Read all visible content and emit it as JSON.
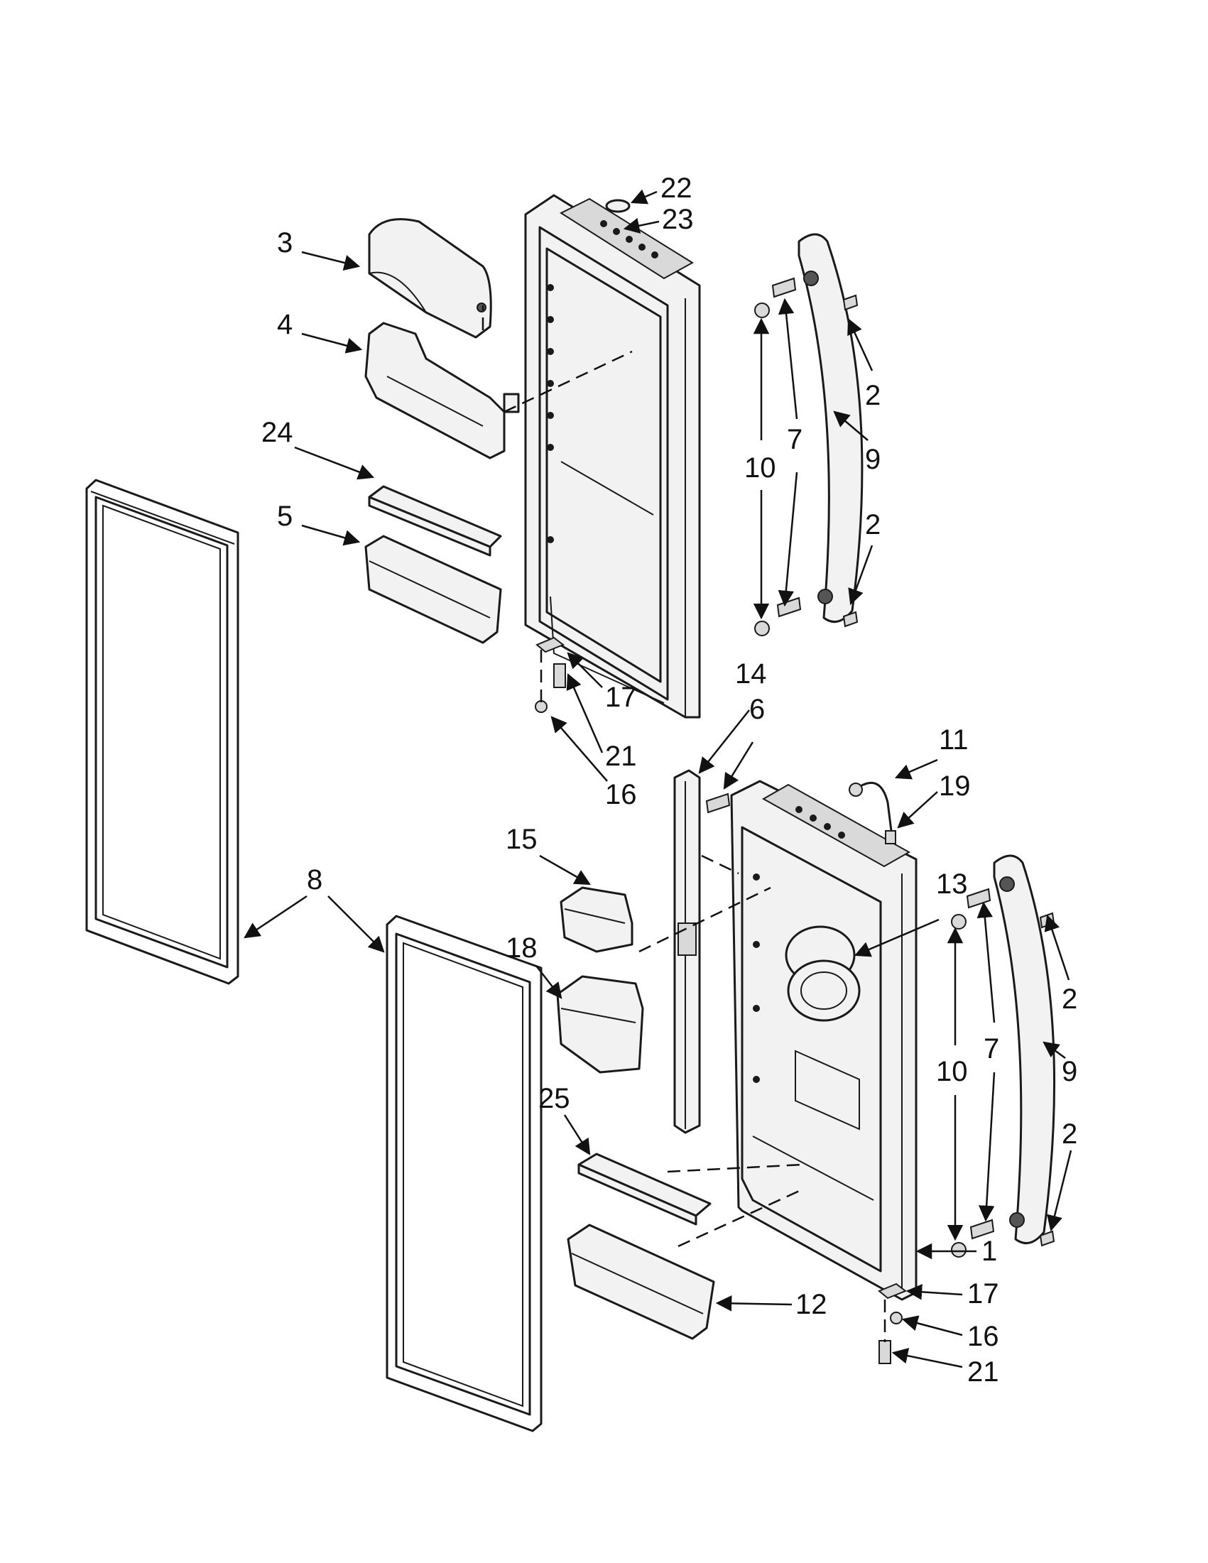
{
  "diagram": {
    "callouts": {
      "c22": "22",
      "c23": "23",
      "c3": "3",
      "c4": "4",
      "c24": "24",
      "c5": "5",
      "c2a": "2",
      "c10a": "10",
      "c7a": "7",
      "c9a": "9",
      "c2b": "2",
      "c17a": "17",
      "c21a": "21",
      "c16a": "16",
      "c14": "14",
      "c6": "6",
      "c11": "11",
      "c19": "19",
      "c15": "15",
      "c8": "8",
      "c13": "13",
      "c18": "18",
      "c2c": "2",
      "c10b": "10",
      "c7b": "7",
      "c9b": "9",
      "c2d": "2",
      "c25": "25",
      "c1": "1",
      "c12": "12",
      "c17b": "17",
      "c16b": "16",
      "c21b": "21"
    }
  }
}
